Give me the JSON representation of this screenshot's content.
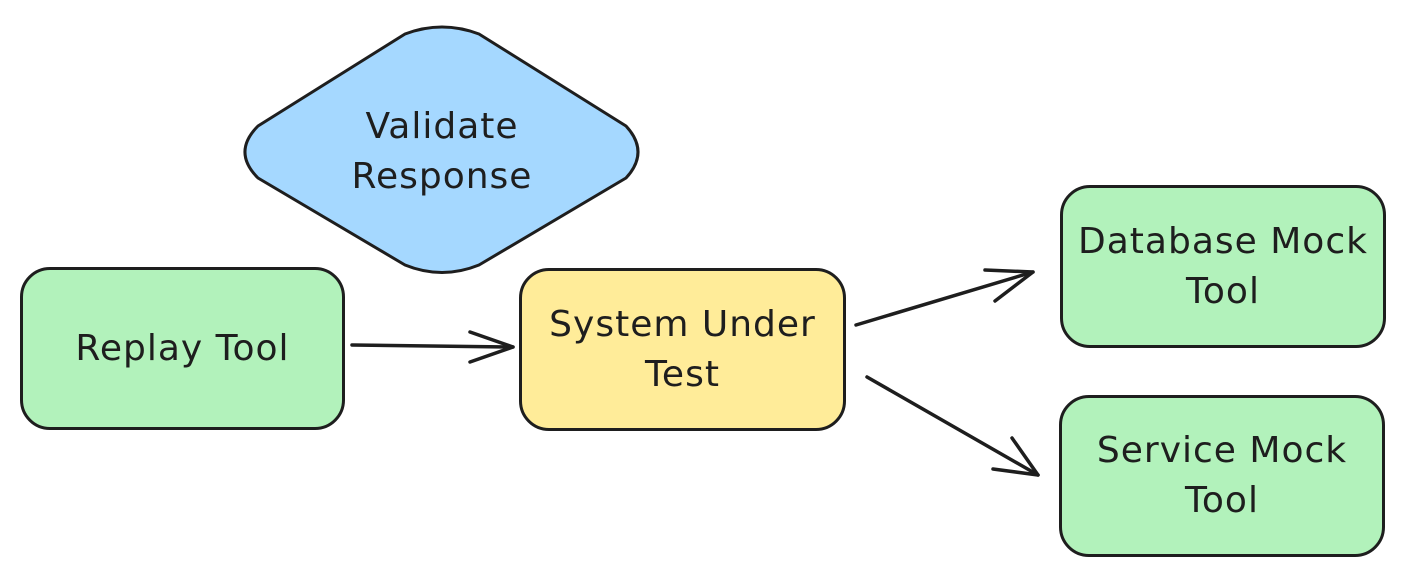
{
  "diagram": {
    "nodes": {
      "validate_response": {
        "label": "Validate\nResponse",
        "fill": "#a5d8ff"
      },
      "replay_tool": {
        "label": "Replay Tool",
        "fill": "#b2f2bb"
      },
      "system_under_test": {
        "label": "System Under\nTest",
        "fill": "#ffec99"
      },
      "database_mock_tool": {
        "label": "Database Mock\nTool",
        "fill": "#b2f2bb"
      },
      "service_mock_tool": {
        "label": "Service Mock\nTool",
        "fill": "#b2f2bb"
      }
    },
    "edges": [
      {
        "from": "Replay Tool",
        "to": "System Under Test"
      },
      {
        "from": "System Under Test",
        "to": "Database Mock Tool"
      },
      {
        "from": "System Under Test",
        "to": "Service Mock Tool"
      }
    ],
    "stroke_color": "#1e1e1e"
  }
}
